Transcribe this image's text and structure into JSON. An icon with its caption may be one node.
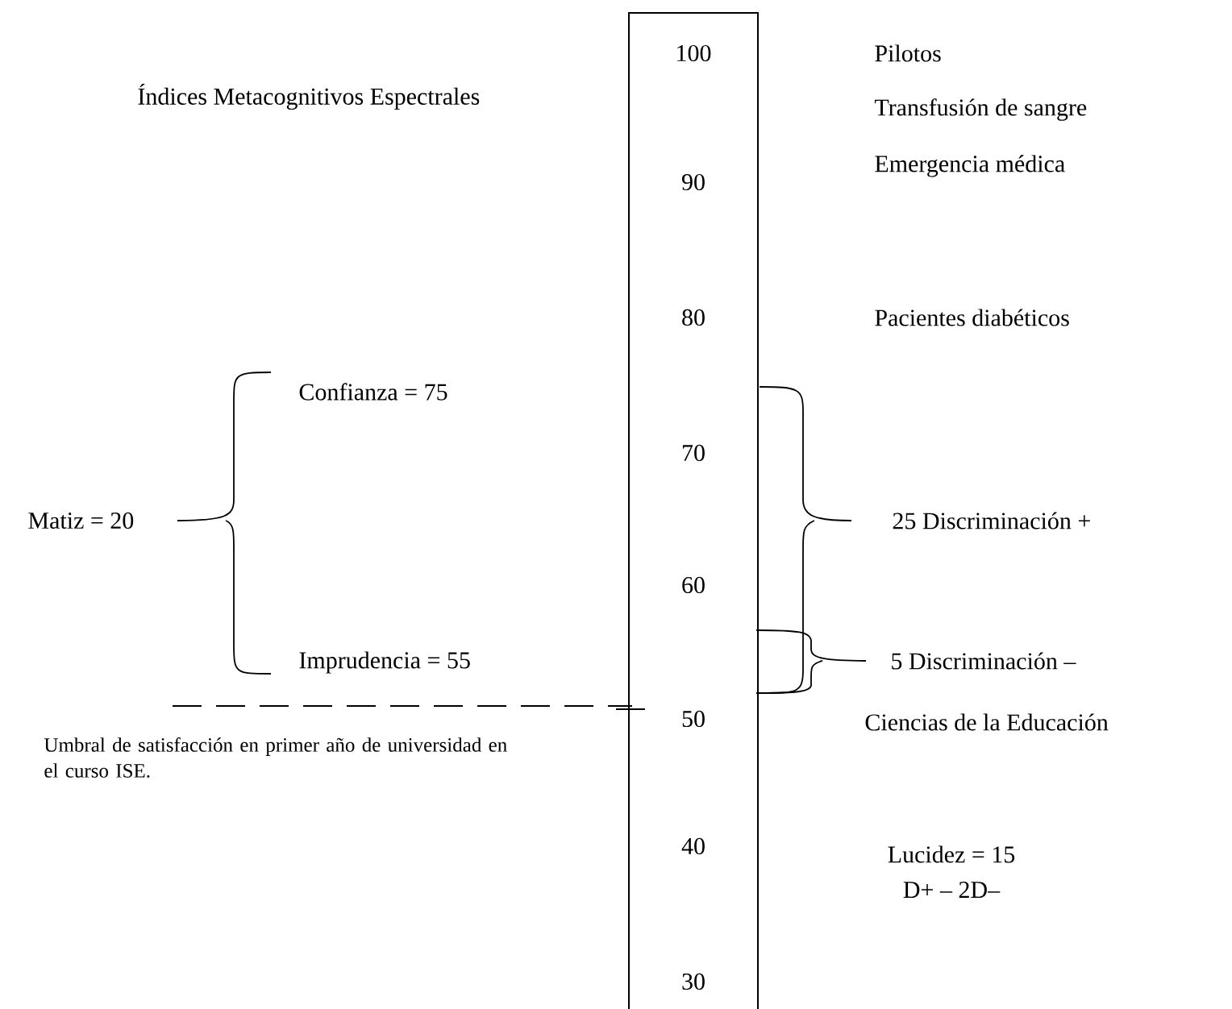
{
  "diagram": {
    "title": "Índices Metacognitivos Espectrales",
    "nodes": [
      {
        "text": [
          "100",
          "90",
          "80",
          "70",
          "60",
          "50",
          "40",
          "30"
        ]
      }
    ],
    "labels": [
      "Pilotos",
      "Transfusión de sangre",
      "Emergencia médica",
      "Pacientes diabéticos",
      "Confianza = 75",
      "Matiz = 20",
      "25 Discriminación +",
      "Imprudencia = 55",
      "5 Discriminación –",
      "Umbral de satisfacción en primer año de universidad en el curso ISE.",
      "Ciencias de la Educación",
      "Lucidez = 15",
      "D+ – 2D–"
    ]
  }
}
